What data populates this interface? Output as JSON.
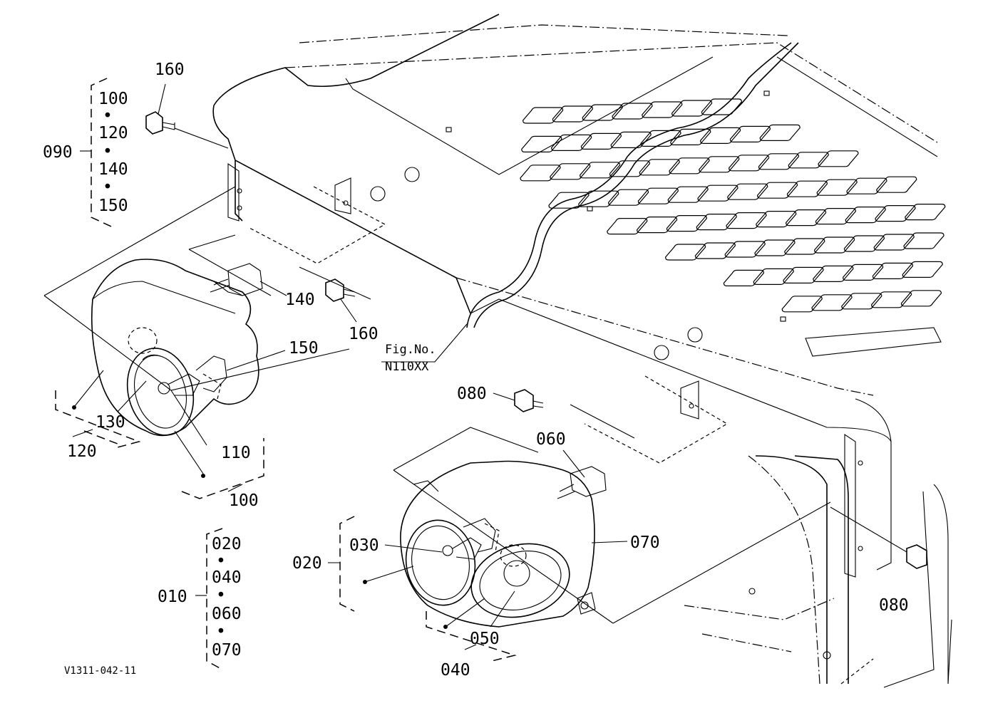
{
  "diagram_id": "V1311-042-11",
  "figure_ref": {
    "line1": "Fig.No.",
    "line2": "N110XX"
  },
  "callouts": {
    "bolt_top_left": "160",
    "bolt_center": "160",
    "connector_left": "140",
    "bracket_left": "150",
    "bulb_left": "130",
    "socket_left": "110",
    "lens_group_left": "120",
    "lamp_group_left": "100",
    "bolt_right_upper": "080",
    "bolt_right_lower": "080",
    "connector_right": "060",
    "housing_right": "070",
    "bulb_right": "030",
    "bulb_right_lower": "050",
    "lens_group_right": "020",
    "lamp_group_right": "040"
  },
  "assembly_left": {
    "parent": "090",
    "children": [
      "100",
      "120",
      "140",
      "150"
    ],
    "separator": "•"
  },
  "assembly_right": {
    "parent": "010",
    "children": [
      "020",
      "040",
      "060",
      "070"
    ],
    "separator": "•"
  }
}
